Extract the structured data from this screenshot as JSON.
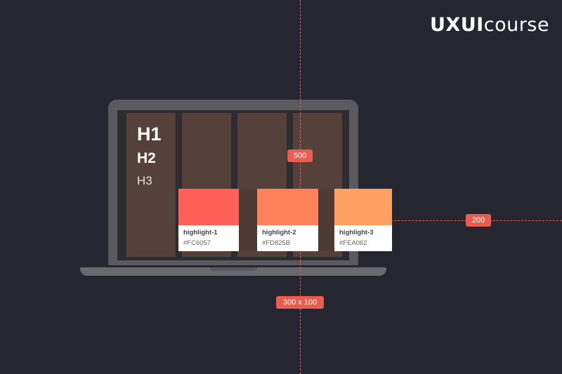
{
  "logo": {
    "bold": "UXUI",
    "light": "course"
  },
  "headings": {
    "h1": "H1",
    "h2": "H2",
    "h3": "H3"
  },
  "palette": [
    {
      "name": "highlight-1",
      "hex": "#FC6057",
      "color": "#fc6057"
    },
    {
      "name": "highlight-2",
      "hex": "#FD825B",
      "color": "#fd825b"
    },
    {
      "name": "highlight-3",
      "hex": "#FEA062",
      "color": "#fea062"
    }
  ],
  "annotations": {
    "width": "500",
    "height": "200",
    "card_size": "300 x 100"
  },
  "colors": {
    "background": "#25262f",
    "accent": "#e85d4f",
    "column": "#55403a"
  }
}
